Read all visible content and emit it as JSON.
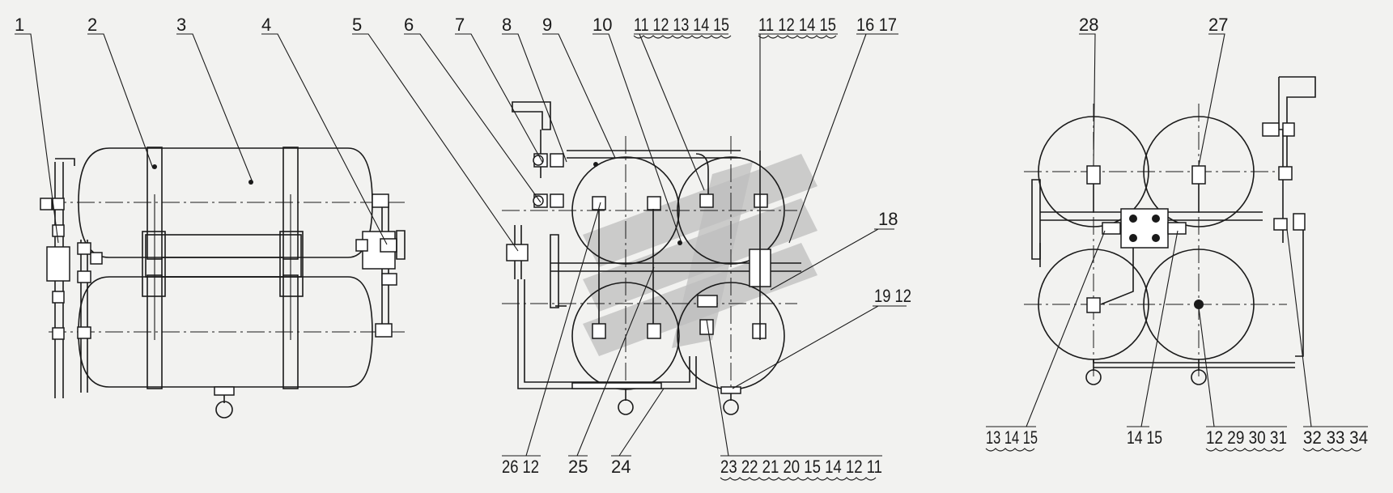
{
  "diagram": {
    "view_left_labels": [
      "1",
      "2",
      "3",
      "4",
      "5",
      "6",
      "7",
      "8",
      "9",
      "10"
    ],
    "view_middle_top_groups": [
      "11 12 13 14 15",
      "11 12 14 15",
      "16 17"
    ],
    "label_18": "18",
    "label_19_12": "19 12",
    "view_middle_bottom": [
      "26 12",
      "25",
      "24",
      "23 22 21 20 15 14 12 11"
    ],
    "view_right_top": [
      "28",
      "27"
    ],
    "view_right_bottom": [
      "13 14 15",
      "14 15",
      "12 29 30 31",
      "32 33 34"
    ]
  }
}
